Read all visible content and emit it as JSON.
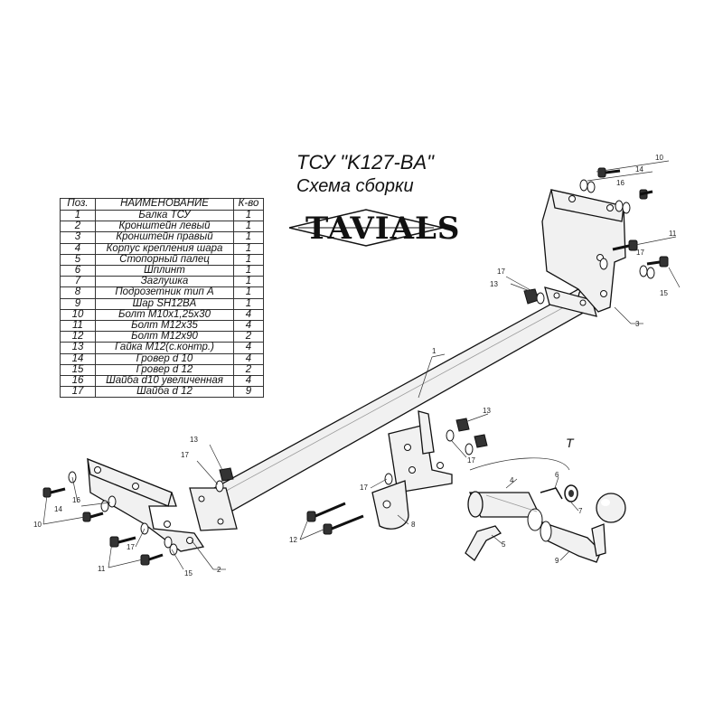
{
  "header": {
    "title": "ТСУ \"K127-BA\"",
    "subtitle": "Схема сборки",
    "logo": "TAVIALS"
  },
  "table": {
    "headers": [
      "Поз.",
      "НАИМЕНОВАНИЕ",
      "К-во"
    ],
    "rows": [
      [
        "1",
        "Балка ТСУ",
        "1"
      ],
      [
        "2",
        "Кронштейн левый",
        "1"
      ],
      [
        "3",
        "Кронштейн правый",
        "1"
      ],
      [
        "4",
        "Корпус крепления шара",
        "1"
      ],
      [
        "5",
        "Стопорный палец",
        "1"
      ],
      [
        "6",
        "Шплинт",
        "1"
      ],
      [
        "7",
        "Заглушка",
        "1"
      ],
      [
        "8",
        "Подрозетник тип А",
        "1"
      ],
      [
        "9",
        "Шар SH12BA",
        "1"
      ],
      [
        "10",
        "Болт М10х1,25х30",
        "4"
      ],
      [
        "11",
        "Болт М12х35",
        "4"
      ],
      [
        "12",
        "Болт М12х90",
        "2"
      ],
      [
        "13",
        "Гайка М12(с.контр.)",
        "4"
      ],
      [
        "14",
        "Гровер d 10",
        "4"
      ],
      [
        "15",
        "Гровер d 12",
        "2"
      ],
      [
        "16",
        "Шайба d10 увеличенная",
        "4"
      ],
      [
        "17",
        "Шайба d 12",
        "9"
      ]
    ]
  },
  "detail_label": "T",
  "callouts": {
    "c1": "1",
    "c2": "2",
    "c3": "3",
    "c4": "4",
    "c5": "5",
    "c6": "6",
    "c7": "7",
    "c8": "8",
    "c9": "9",
    "c10a": "10",
    "c10b": "10",
    "c11a": "11",
    "c11b": "11",
    "c12": "12",
    "c13a": "13",
    "c13b": "13",
    "c13c": "13",
    "c14a": "14",
    "c14b": "14",
    "c15a": "15",
    "c15b": "15",
    "c16a": "16",
    "c16b": "16",
    "c17a": "17",
    "c17b": "17",
    "c17c": "17",
    "c17d": "17",
    "c17e": "17",
    "c17f": "17"
  }
}
